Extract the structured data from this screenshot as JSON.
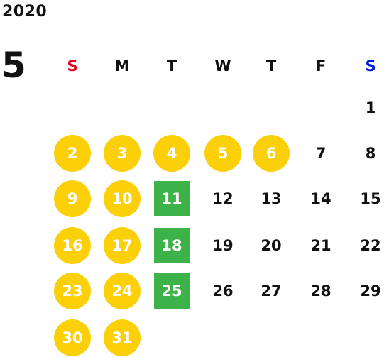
{
  "calendar": {
    "year": "2020",
    "month": "5",
    "weekdays": [
      {
        "label": "S",
        "color": "#e0001b"
      },
      {
        "label": "M",
        "color": "#111111"
      },
      {
        "label": "T",
        "color": "#111111"
      },
      {
        "label": "W",
        "color": "#111111"
      },
      {
        "label": "T",
        "color": "#111111"
      },
      {
        "label": "F",
        "color": "#111111"
      },
      {
        "label": "S",
        "color": "#0018e0"
      }
    ],
    "first_weekday_index": 6,
    "days_in_month": 31,
    "colors": {
      "holiday": "#fcd009",
      "marked": "#3db249",
      "text_on_marker": "#ffffff"
    },
    "days": [
      {
        "day": "1",
        "style": "plain"
      },
      {
        "day": "2",
        "style": "holiday"
      },
      {
        "day": "3",
        "style": "holiday"
      },
      {
        "day": "4",
        "style": "holiday"
      },
      {
        "day": "5",
        "style": "holiday"
      },
      {
        "day": "6",
        "style": "holiday"
      },
      {
        "day": "7",
        "style": "plain"
      },
      {
        "day": "8",
        "style": "plain"
      },
      {
        "day": "9",
        "style": "holiday"
      },
      {
        "day": "10",
        "style": "holiday"
      },
      {
        "day": "11",
        "style": "marked"
      },
      {
        "day": "12",
        "style": "plain"
      },
      {
        "day": "13",
        "style": "plain"
      },
      {
        "day": "14",
        "style": "plain"
      },
      {
        "day": "15",
        "style": "plain"
      },
      {
        "day": "16",
        "style": "holiday"
      },
      {
        "day": "17",
        "style": "holiday"
      },
      {
        "day": "18",
        "style": "marked"
      },
      {
        "day": "19",
        "style": "plain"
      },
      {
        "day": "20",
        "style": "plain"
      },
      {
        "day": "21",
        "style": "plain"
      },
      {
        "day": "22",
        "style": "plain"
      },
      {
        "day": "23",
        "style": "holiday"
      },
      {
        "day": "24",
        "style": "holiday"
      },
      {
        "day": "25",
        "style": "marked"
      },
      {
        "day": "26",
        "style": "plain"
      },
      {
        "day": "27",
        "style": "plain"
      },
      {
        "day": "28",
        "style": "plain"
      },
      {
        "day": "29",
        "style": "plain"
      },
      {
        "day": "30",
        "style": "holiday"
      },
      {
        "day": "31",
        "style": "holiday"
      }
    ]
  }
}
